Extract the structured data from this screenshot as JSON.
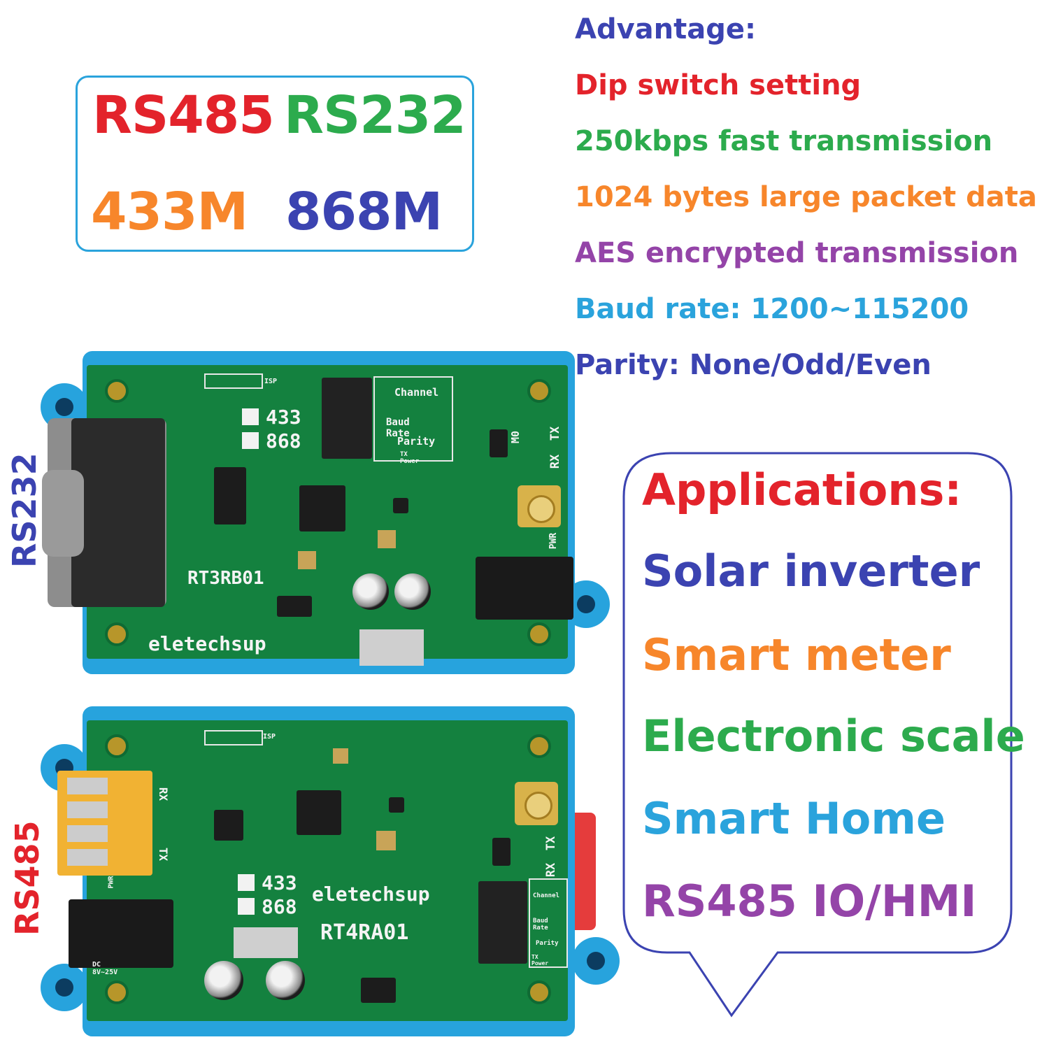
{
  "badge": {
    "line1_left": "RS485",
    "line1_right": "RS232",
    "line2_left": "433M",
    "line2_right": "868M",
    "colors": {
      "rs485": "#e3232b",
      "rs232": "#2cab4d",
      "433m": "#f7862b",
      "868m": "#3b43b1"
    }
  },
  "advantages": {
    "title": "Advantage:",
    "items": [
      "Dip switch setting",
      "250kbps fast transmission",
      "1024 bytes large packet data",
      "AES encrypted transmission",
      "Baud rate: 1200~115200",
      "Parity: None/Odd/Even"
    ]
  },
  "side_labels": {
    "top": "RS232",
    "bottom": "RS485"
  },
  "board_top": {
    "model": "RT3RB01",
    "brand": "eletechsup",
    "freq_a": "433",
    "freq_b": "868",
    "dip_labels": [
      "Channel",
      "Baud Rate",
      "Parity",
      "TX Power"
    ],
    "tx": "TX",
    "rx": "RX",
    "pwr": "PWR",
    "m0": "M0",
    "isp": "ISP"
  },
  "board_bottom": {
    "model": "RT4RA01",
    "brand": "eletechsup",
    "freq_a": "433",
    "freq_b": "868",
    "dip_labels": [
      "Channel",
      "Baud Rate",
      "Parity",
      "TX Power"
    ],
    "tx": "TX",
    "rx": "RX",
    "dc": "DC  8V~25V",
    "pwr": "PWR",
    "isp": "ISP"
  },
  "applications": {
    "title": "Applications:",
    "items": [
      "Solar inverter",
      "Smart meter",
      "Electronic scale",
      "Smart Home",
      "RS485 IO/HMI"
    ]
  }
}
